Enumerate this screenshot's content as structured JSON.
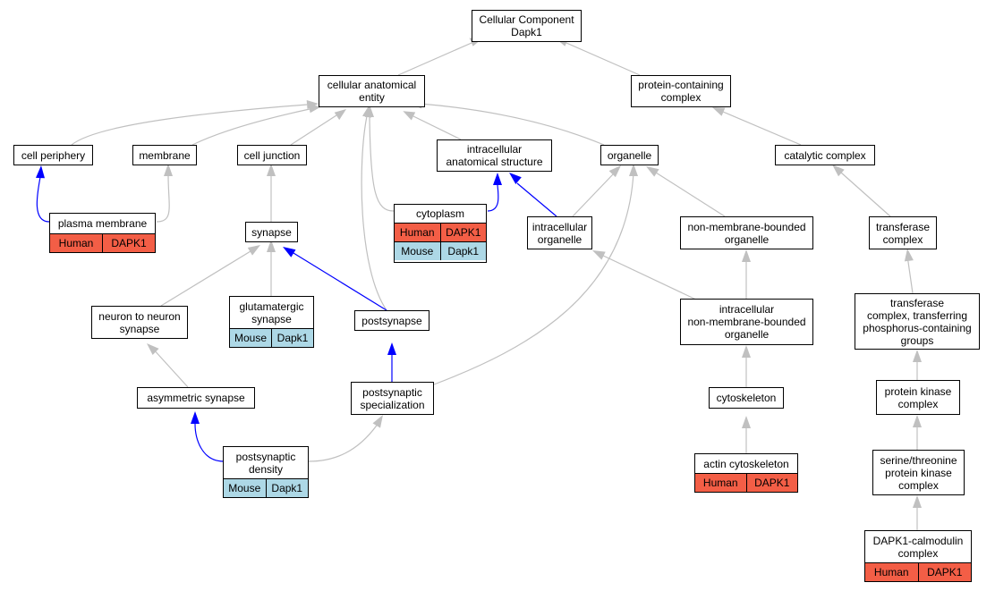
{
  "colors": {
    "gray_edge": "#c0c0c0",
    "blue_edge": "#0000ff",
    "human_fill": "#f35e46",
    "mouse_fill": "#add8e6"
  },
  "nodes": {
    "root": {
      "label": "Cellular Component\nDapk1"
    },
    "cae": {
      "label": "cellular anatomical\nentity"
    },
    "pcc": {
      "label": "protein-containing\ncomplex"
    },
    "cp": {
      "label": "cell periphery"
    },
    "mem": {
      "label": "membrane"
    },
    "cj": {
      "label": "cell junction"
    },
    "ias": {
      "label": "intracellular\nanatomical structure"
    },
    "org": {
      "label": "organelle"
    },
    "catc": {
      "label": "catalytic complex"
    },
    "pm": {
      "label": "plasma membrane",
      "annotations": [
        [
          "Human",
          "DAPK1"
        ]
      ]
    },
    "cyto": {
      "label": "cytoplasm",
      "annotations": [
        [
          "Human",
          "DAPK1"
        ],
        [
          "Mouse",
          "Dapk1"
        ]
      ]
    },
    "io": {
      "label": "intracellular\norganelle"
    },
    "nmbo": {
      "label": "non-membrane-bounded\norganelle"
    },
    "tc": {
      "label": "transferase\ncomplex"
    },
    "syn": {
      "label": "synapse"
    },
    "gs": {
      "label": "glutamatergic\nsynapse",
      "annotations": [
        [
          "Mouse",
          "Dapk1"
        ]
      ]
    },
    "nns": {
      "label": "neuron to neuron\nsynapse"
    },
    "ps": {
      "label": "postsynapse"
    },
    "inmbo": {
      "label": "intracellular\nnon-membrane-bounded\norganelle"
    },
    "tcp": {
      "label": "transferase\ncomplex, transferring\nphosphorus-containing\ngroups"
    },
    "as": {
      "label": "asymmetric synapse"
    },
    "pss": {
      "label": "postsynaptic\nspecialization"
    },
    "cysk": {
      "label": "cytoskeleton"
    },
    "pkc": {
      "label": "protein kinase\ncomplex"
    },
    "psd": {
      "label": "postsynaptic\ndensity",
      "annotations": [
        [
          "Mouse",
          "Dapk1"
        ]
      ]
    },
    "acyt": {
      "label": "actin cytoskeleton",
      "annotations": [
        [
          "Human",
          "DAPK1"
        ]
      ]
    },
    "stpkc": {
      "label": "serine/threonine\nprotein kinase\ncomplex"
    },
    "dcc": {
      "label": "DAPK1-calmodulin\ncomplex",
      "annotations": [
        [
          "Human",
          "DAPK1"
        ]
      ]
    }
  }
}
